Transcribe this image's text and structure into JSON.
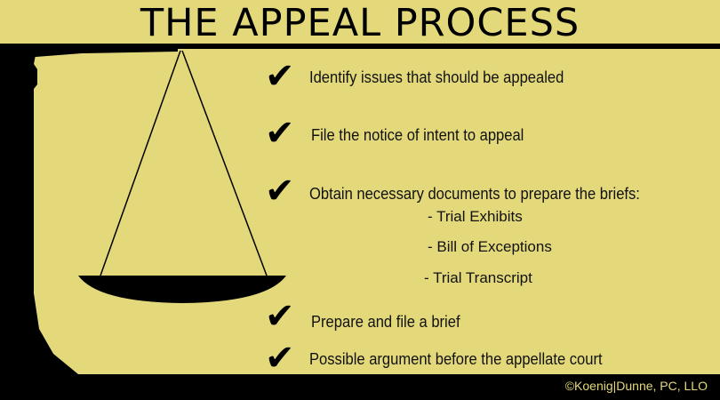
{
  "title": "THE APPEAL PROCESS",
  "steps": [
    {
      "label": "Identify issues that should be appealed"
    },
    {
      "label": "File the notice of intent to appeal"
    },
    {
      "label": "Obtain necessary documents to prepare the briefs:"
    },
    {
      "label": "Prepare and file a brief"
    },
    {
      "label": "Possible argument before the appellate court"
    }
  ],
  "documents": [
    "- Trial Exhibits",
    "- Bill of Exceptions",
    "- Trial Transcript"
  ],
  "footer": {
    "copyright": "©Koenig|Dunne, PC, LLO"
  },
  "colors": {
    "background": "#e4d97a",
    "ink": "#000000"
  }
}
